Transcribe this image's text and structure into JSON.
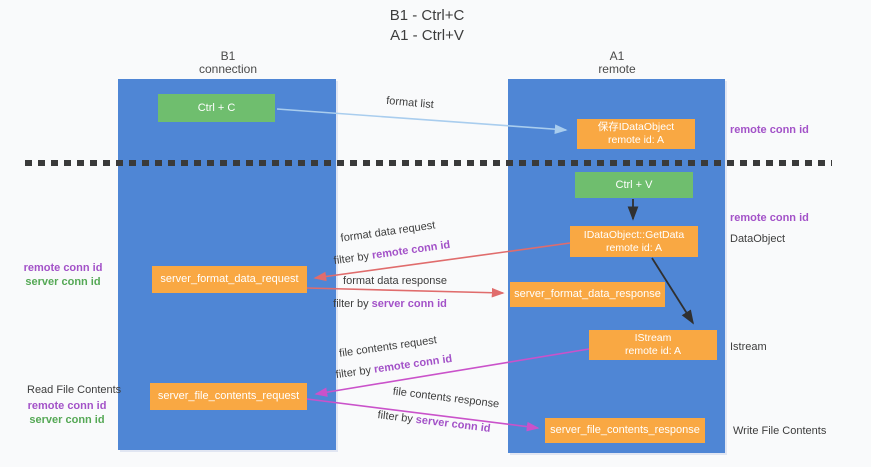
{
  "title": {
    "line1": "B1 - Ctrl+C",
    "line2": "A1 - Ctrl+V"
  },
  "lanes": {
    "left": {
      "name": "B1",
      "subtitle": "connection"
    },
    "right": {
      "name": "A1",
      "subtitle": "remote"
    }
  },
  "nodes": {
    "ctrl_c": "Ctrl + C",
    "save_idataobject": {
      "line1": "保存IDataObject",
      "line2": "remote id: A"
    },
    "ctrl_v": "Ctrl + V",
    "getdata": {
      "line1": "IDataObject::GetData",
      "line2": "remote id: A"
    },
    "format_request": "server_format_data_request",
    "format_response": "server_format_data_response",
    "istream": {
      "line1": "IStream",
      "line2": "remote id: A"
    },
    "file_request": "server_file_contents_request",
    "file_response": "server_file_contents_response"
  },
  "labels": {
    "remote_conn_id": "remote conn id",
    "server_conn_id": "server conn id",
    "filter_by": "filter by ",
    "dataobject": "DataObject",
    "istream": "Istream",
    "read_file_contents": "Read File Contents",
    "write_file_contents": "Write File Contents"
  },
  "arrow_labels": {
    "format_list": "format list",
    "format_data_request": "format data request",
    "format_data_response": "format data response",
    "file_contents_request": "file contents request",
    "file_contents_response": "file contents response"
  },
  "colors": {
    "lane_blue": "#4f86d5",
    "node_green": "#6fbe6e",
    "node_orange": "#f9a843",
    "arrow_red": "#e06c6c",
    "arrow_magenta": "#ca52ca",
    "arrow_lightblue": "#a9cdee",
    "arrow_black": "#303030",
    "label_purple": "#a352c8",
    "label_green": "#55a855"
  }
}
